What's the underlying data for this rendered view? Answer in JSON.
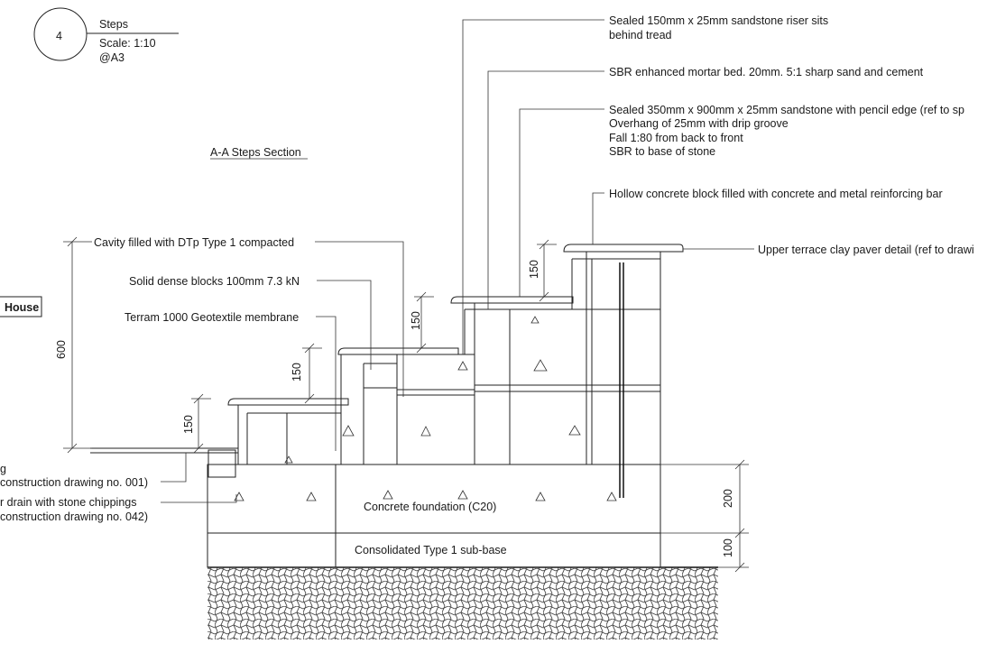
{
  "title_block": {
    "number": "4",
    "title": "Steps",
    "scale": "Scale: 1:10",
    "sheet": "@A3"
  },
  "section_title": "A-A Steps Section",
  "house_label": "House",
  "callouts": {
    "riser": [
      "Sealed 150mm x 25mm sandstone riser sits",
      "behind tread"
    ],
    "mortar": "SBR enhanced mortar bed. 20mm. 5:1 sharp sand and cement",
    "tread": [
      "Sealed 350mm x 900mm x 25mm sandstone with pencil edge (ref to sp",
      "Overhang of 25mm with drip groove",
      "Fall 1:80 from back to front",
      "SBR to base of stone"
    ],
    "block": "Hollow concrete block filled with concrete and metal reinforcing bar",
    "paver": "Upper terrace clay paver detail (ref to drawi",
    "cavity": "Cavity filled with DTp Type 1 compacted",
    "solid": "Solid dense blocks 100mm 7.3 kN",
    "terram": "Terram 1000 Geotextile membrane",
    "left1": [
      "g",
      "construction drawing no. 001)"
    ],
    "left2": [
      "r drain with stone chippings",
      "construction drawing no. 042)"
    ]
  },
  "fill_labels": {
    "foundation": "Concrete foundation (C20)",
    "subbase": "Consolidated Type 1 sub-base"
  },
  "dimensions": {
    "overall": "600",
    "step1": "150",
    "step2": "150",
    "step3": "150",
    "step4": "150",
    "foundation": "200",
    "subbase": "100"
  }
}
